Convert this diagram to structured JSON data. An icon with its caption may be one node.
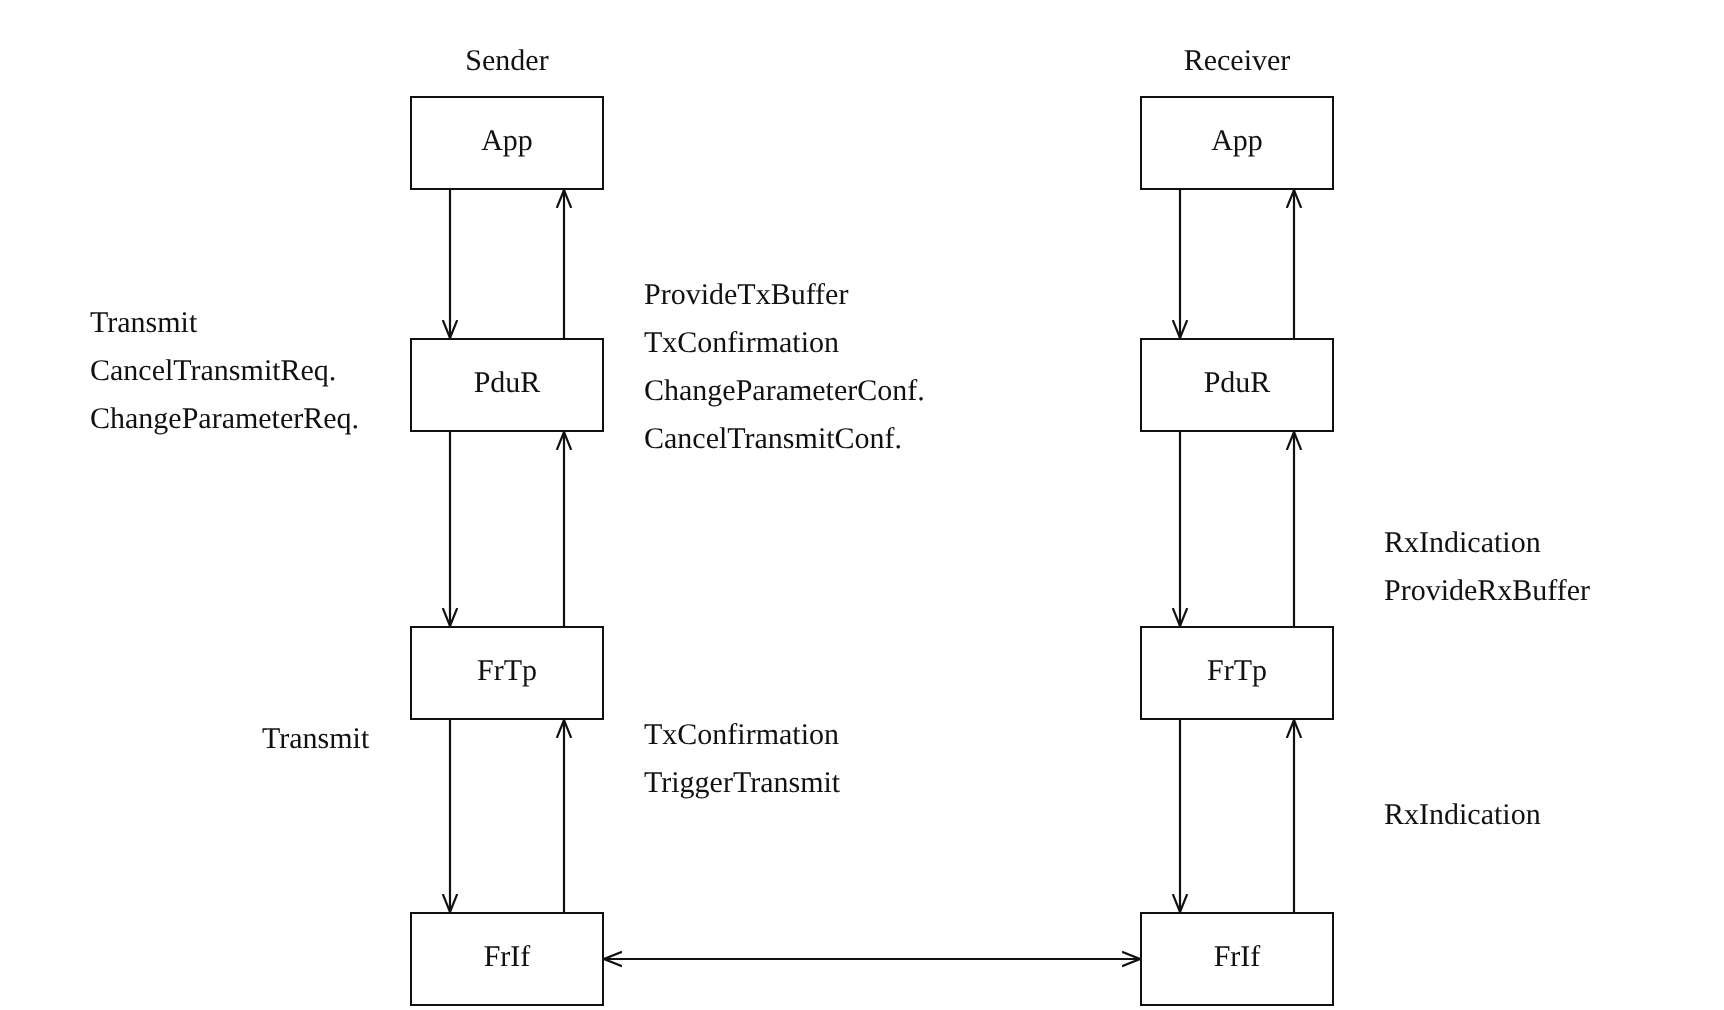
{
  "diagram": {
    "nodes": [
      {
        "text": [
          "App"
        ],
        "beside": [
          "Sender"
        ]
      },
      {
        "text": [
          "PduR"
        ]
      },
      {
        "text": [
          "FrTp"
        ]
      },
      {
        "text": [
          "FrIf"
        ]
      },
      {
        "text": [
          "App"
        ],
        "beside": [
          "Receiver"
        ]
      },
      {
        "text": [
          "PduR"
        ]
      },
      {
        "text": [
          "FrTp"
        ]
      },
      {
        "text": [
          "FrIf"
        ]
      }
    ],
    "edges": [
      {
        "from": 0,
        "to": 1,
        "arrow": "to"
      },
      {
        "from": 1,
        "to": 0,
        "arrow": "to"
      },
      {
        "from": 1,
        "to": 2,
        "arrow": "to",
        "label": "Transmit CancelTransmitReq. ChangeParameterReq."
      },
      {
        "from": 2,
        "to": 1,
        "arrow": "to",
        "label": "ProvideTxBuffer TxConfirmation ChangeParameterConf. CancelTransmitConf."
      },
      {
        "from": 2,
        "to": 3,
        "arrow": "to",
        "label": "Transmit"
      },
      {
        "from": 3,
        "to": 2,
        "arrow": "to",
        "label": "TxConfirmation TriggerTransmit"
      },
      {
        "from": 4,
        "to": 5,
        "arrow": "to"
      },
      {
        "from": 5,
        "to": 4,
        "arrow": "to"
      },
      {
        "from": 5,
        "to": 6,
        "arrow": "to"
      },
      {
        "from": 6,
        "to": 5,
        "arrow": "to",
        "label": "RxIndication ProvideRxBuffer"
      },
      {
        "from": 6,
        "to": 7,
        "arrow": "to"
      },
      {
        "from": 7,
        "to": 6,
        "arrow": "to",
        "label": "RxIndication"
      },
      {
        "from": 3,
        "to": 7,
        "arrow": "both"
      }
    ]
  }
}
